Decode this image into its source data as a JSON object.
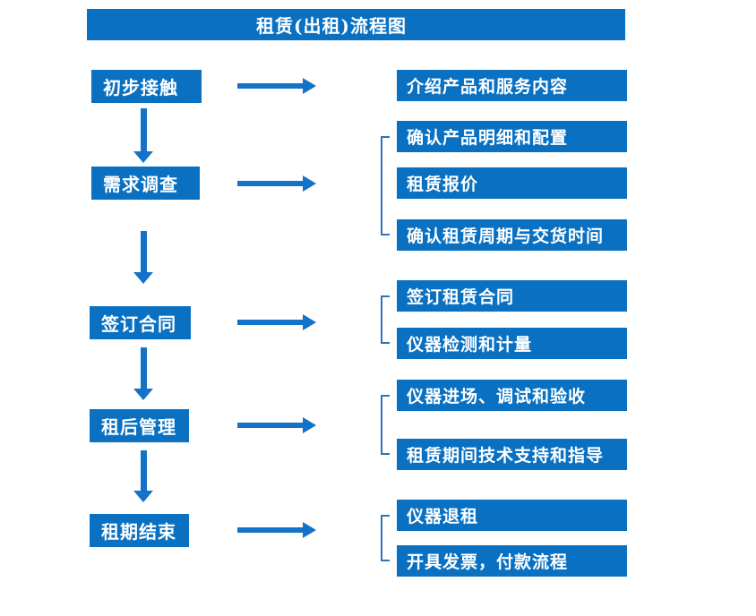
{
  "title": "租赁(出租)流程图",
  "colors": {
    "box_blue": "#0a71c2",
    "arrow_blue": "#1473c8",
    "bracket_blue": "#2e75b6",
    "text_white": "#ffffff"
  },
  "rows": [
    {
      "step": "初步接触",
      "details": [
        "介绍产品和服务内容"
      ]
    },
    {
      "step": "需求调查",
      "details": [
        "确认产品明细和配置",
        "租赁报价",
        "确认租赁周期与交货时间"
      ]
    },
    {
      "step": "签订合同",
      "details": [
        "签订租赁合同",
        "仪器检测和计量"
      ]
    },
    {
      "step": "租后管理",
      "details": [
        "仪器进场、调试和验收",
        "租赁期间技术支持和指导"
      ]
    },
    {
      "step": "租期结束",
      "details": [
        "仪器退租",
        "开具发票，付款流程"
      ]
    }
  ]
}
